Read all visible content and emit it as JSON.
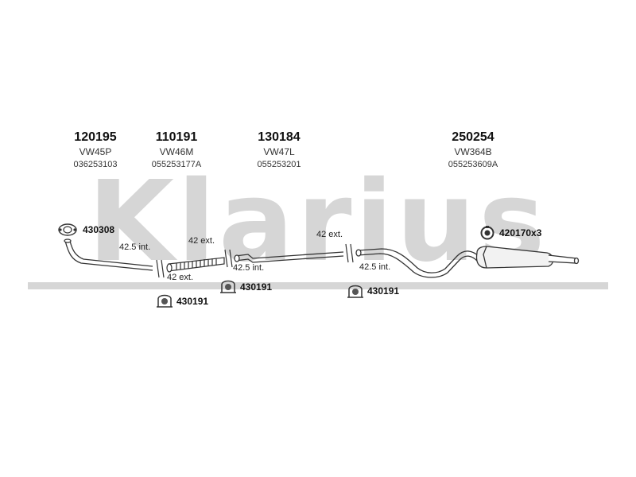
{
  "watermark": {
    "text": "Klarius"
  },
  "parts": [
    {
      "number": "120195",
      "code": "VW45P",
      "oem": "036253103"
    },
    {
      "number": "110191",
      "code": "VW46M",
      "oem": "055253177A"
    },
    {
      "number": "130184",
      "code": "VW47L",
      "oem": "055253201"
    },
    {
      "number": "250254",
      "code": "VW364B",
      "oem": "055253609A"
    }
  ],
  "clamps": [
    {
      "label": "430308"
    },
    {
      "label": "430191"
    },
    {
      "label": "430191"
    },
    {
      "label": "430191"
    },
    {
      "label": "420170x3"
    }
  ],
  "callouts": [
    {
      "text": "42.5 int."
    },
    {
      "text": "42 ext."
    },
    {
      "text": "42 ext."
    },
    {
      "text": "42.5 int."
    },
    {
      "text": "42 ext."
    },
    {
      "text": "42.5 int."
    }
  ]
}
